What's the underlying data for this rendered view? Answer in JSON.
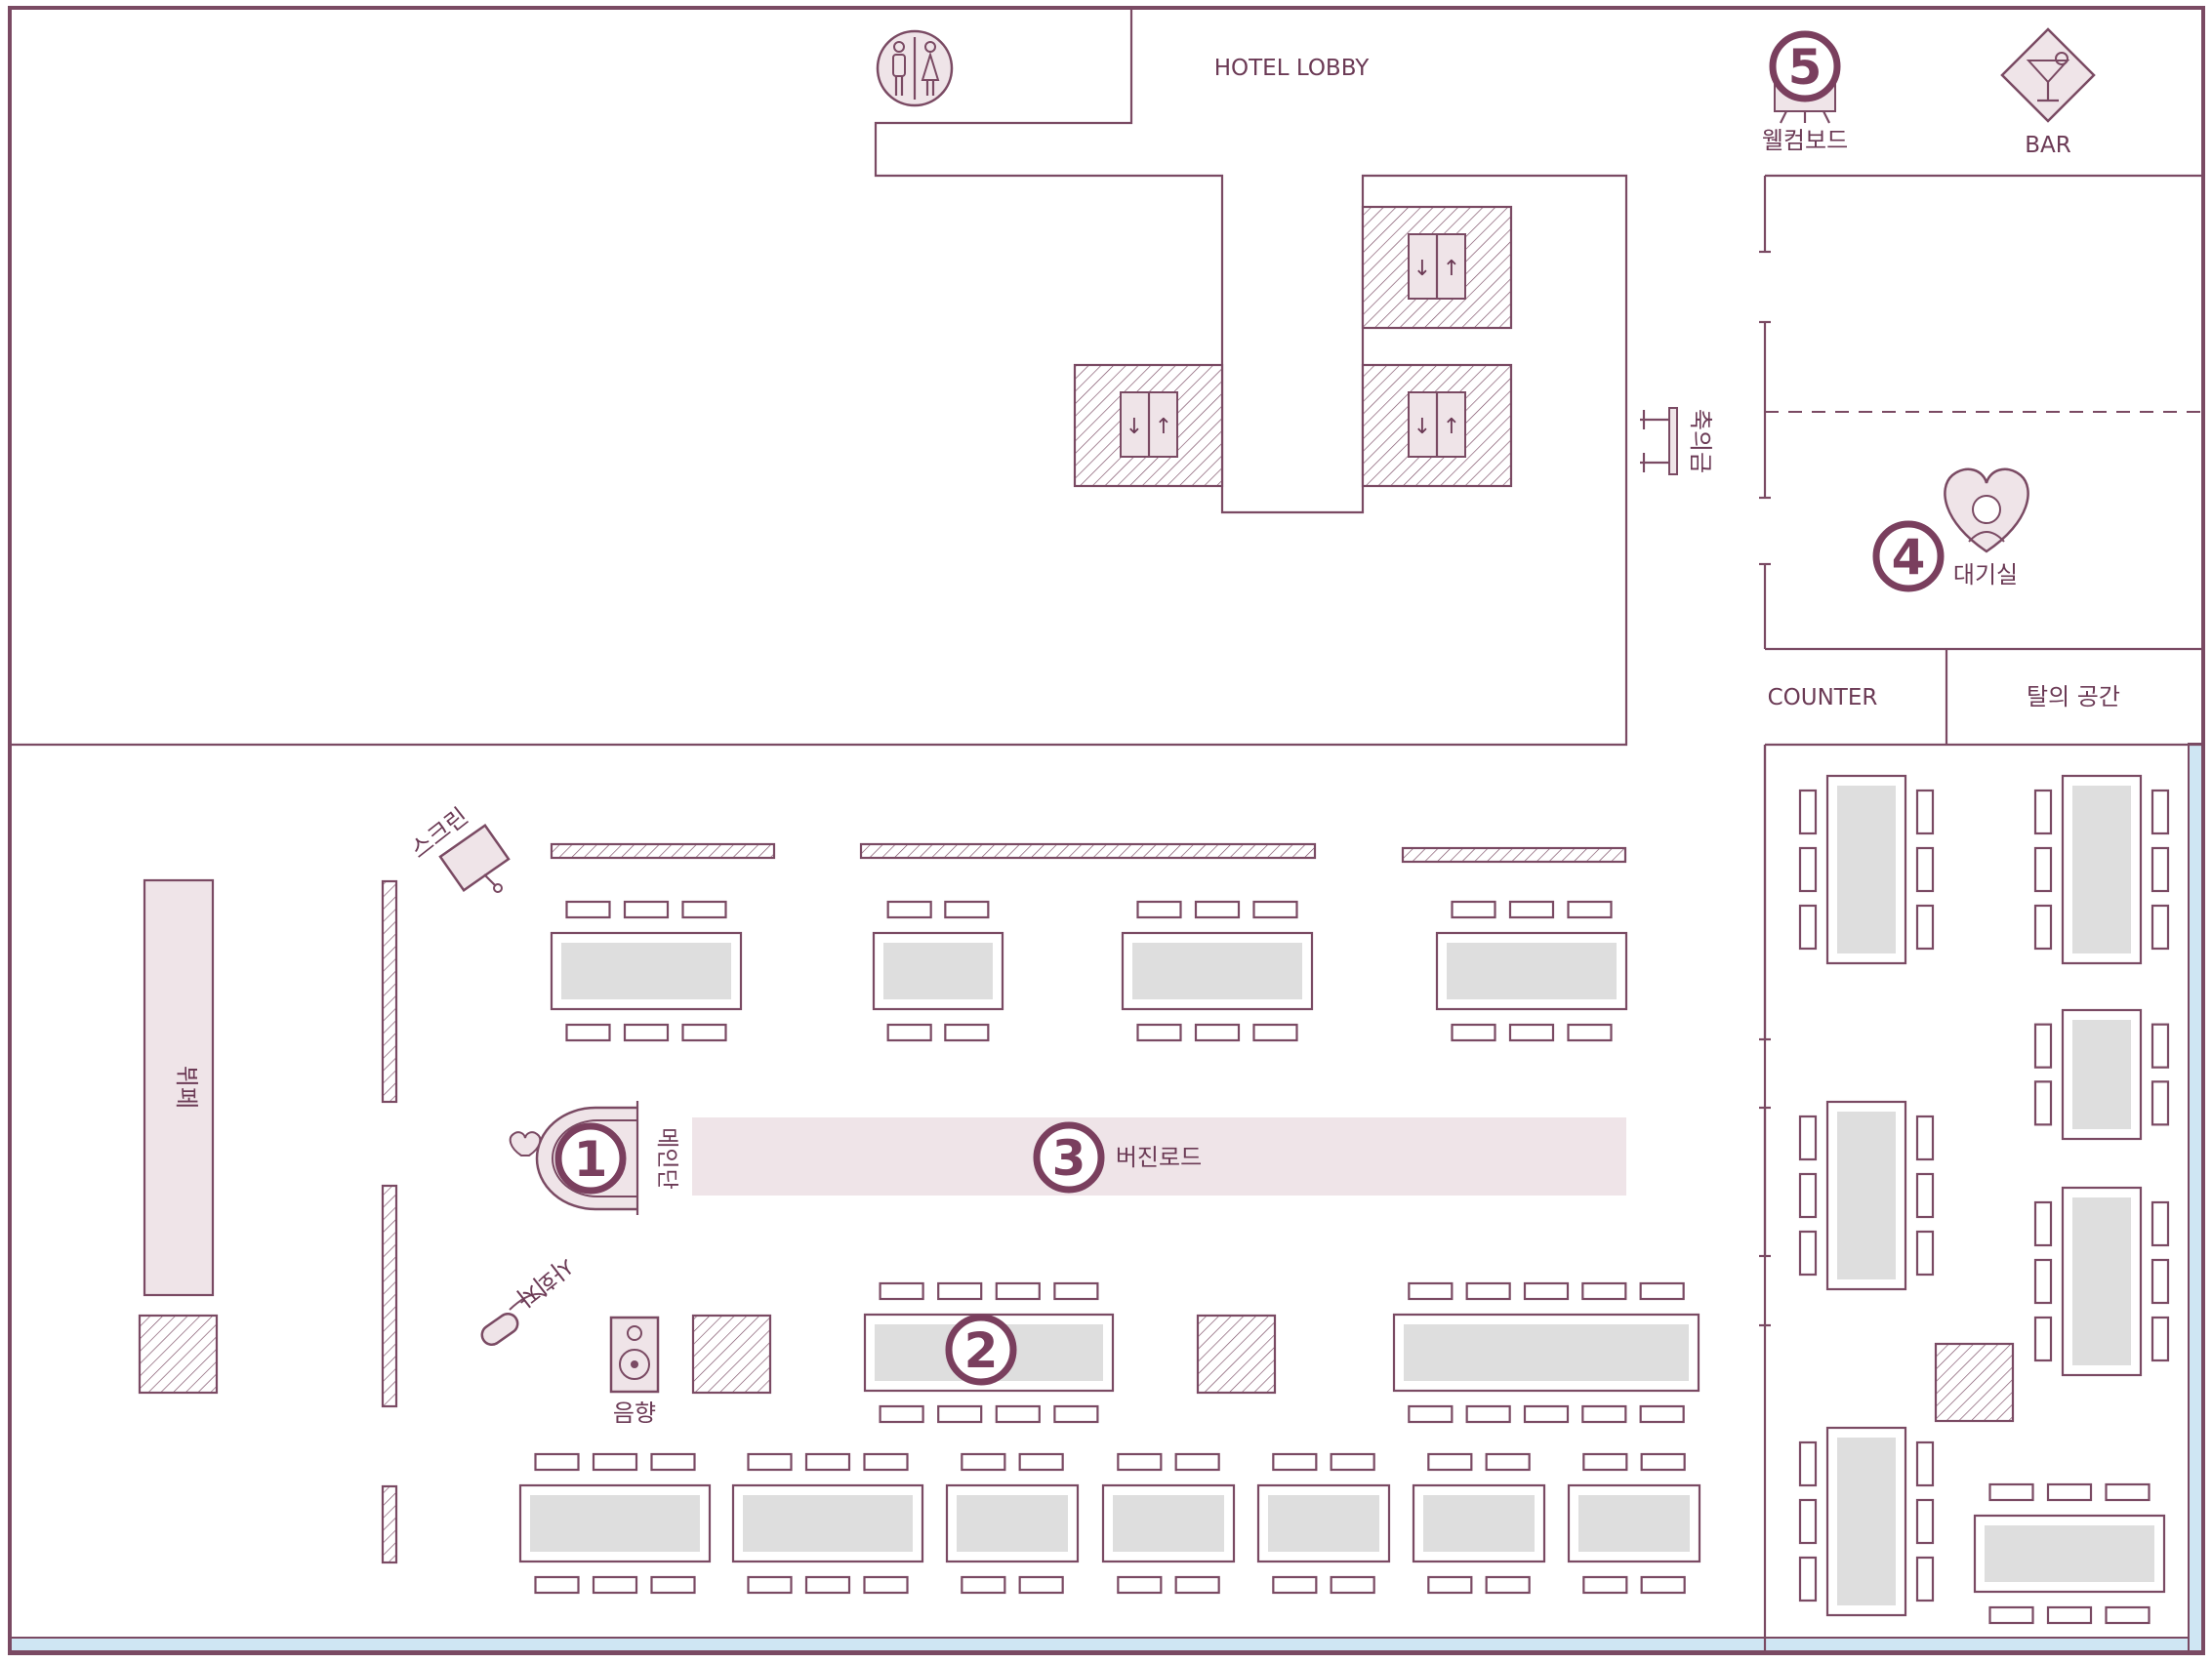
{
  "labels": {
    "hotel_lobby": "HOTEL LOBBY",
    "welcome_board": "웰컴보드",
    "bar": "BAR",
    "gift_money": "축의금",
    "waiting_room": "대기실",
    "counter": "COUNTER",
    "dressing_space": "탈의 공간",
    "screen": "스크린",
    "buffet": "뷔페",
    "main_stage": "메인단",
    "virgin_road": "버진로드",
    "mc": "사회자",
    "sound": "음향"
  },
  "markers": {
    "m1": "1",
    "m2": "2",
    "m3": "3",
    "m4": "4",
    "m5": "5"
  },
  "icons": {
    "restroom": "restroom-icon",
    "elevator": "elevator-icon",
    "bar": "cocktail-icon",
    "welcome": "easel-icon",
    "bride": "bride-heart-icon",
    "screen": "projector-screen-icon",
    "mic": "microphone-icon",
    "speaker": "speaker-icon"
  },
  "colors": {
    "line": "#7a4a63",
    "accent": "#7a3f5e",
    "pink_fill": "#efe4e8",
    "table_fill": "#dedede",
    "window": "#cfe6f3"
  }
}
